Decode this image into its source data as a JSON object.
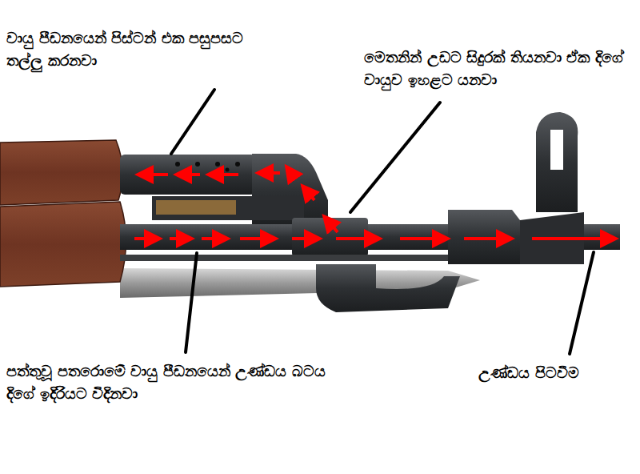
{
  "diagram": {
    "labels": [
      "වායු පීඩනයෙන් පිස්ටන් එක පසුපසට තල්ලු කරනවා",
      "මෙතනින් උඩට සිදුරක් තියනවා ඒක දිගේ වායුව ඉහළට යනවා",
      "පත්තුවූ පතරොමේ වායු පීඩනයෙන් උණ්ඩය බටය දිගේ ඉදිරියට විදිනවා",
      "උණ්ඩය පිටවීම"
    ]
  }
}
